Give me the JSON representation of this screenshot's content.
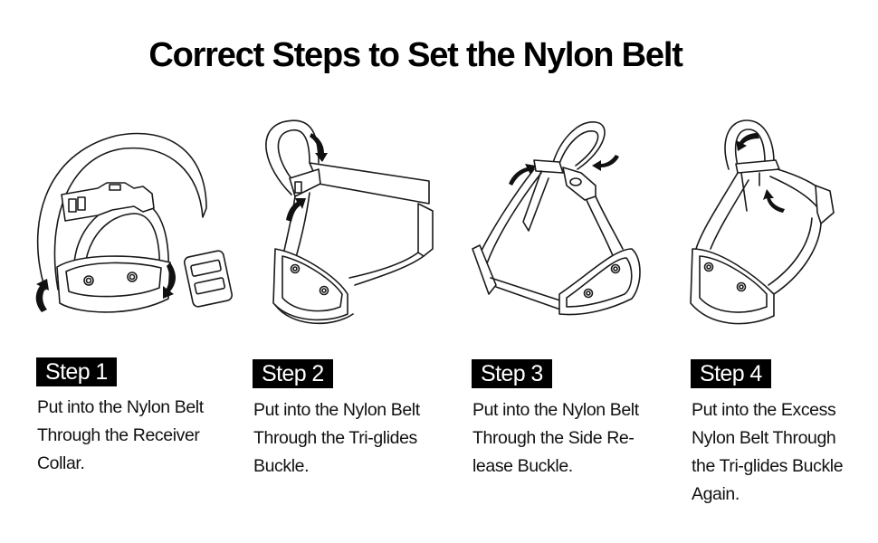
{
  "title": "Correct Steps to Set the Nylon Belt",
  "colors": {
    "background": "#ffffff",
    "text": "#000000",
    "badge_background": "#000000",
    "badge_text": "#ffffff",
    "line_art": "#1a1a1a"
  },
  "steps": [
    {
      "label": "Step 1",
      "lines": [
        "Put into the Nylon Belt",
        "Through the Receiver",
        "Collar."
      ],
      "illustration": "collar-with-loose-strap-and-tri-glide-icon"
    },
    {
      "label": "Step 2",
      "lines": [
        "Put into the Nylon Belt",
        "Through the Tri-glides",
        "Buckle."
      ],
      "illustration": "strap-through-tri-glide-icon"
    },
    {
      "label": "Step 3",
      "lines": [
        "Put into the Nylon Belt",
        "Through the Side Re-",
        "lease Buckle."
      ],
      "illustration": "strap-through-side-release-buckle-icon"
    },
    {
      "label": "Step 4",
      "lines": [
        "Put into the Excess",
        "Nylon Belt Through",
        "the Tri-glides Buckle",
        "Again."
      ],
      "illustration": "excess-strap-through-tri-glide-icon"
    }
  ]
}
